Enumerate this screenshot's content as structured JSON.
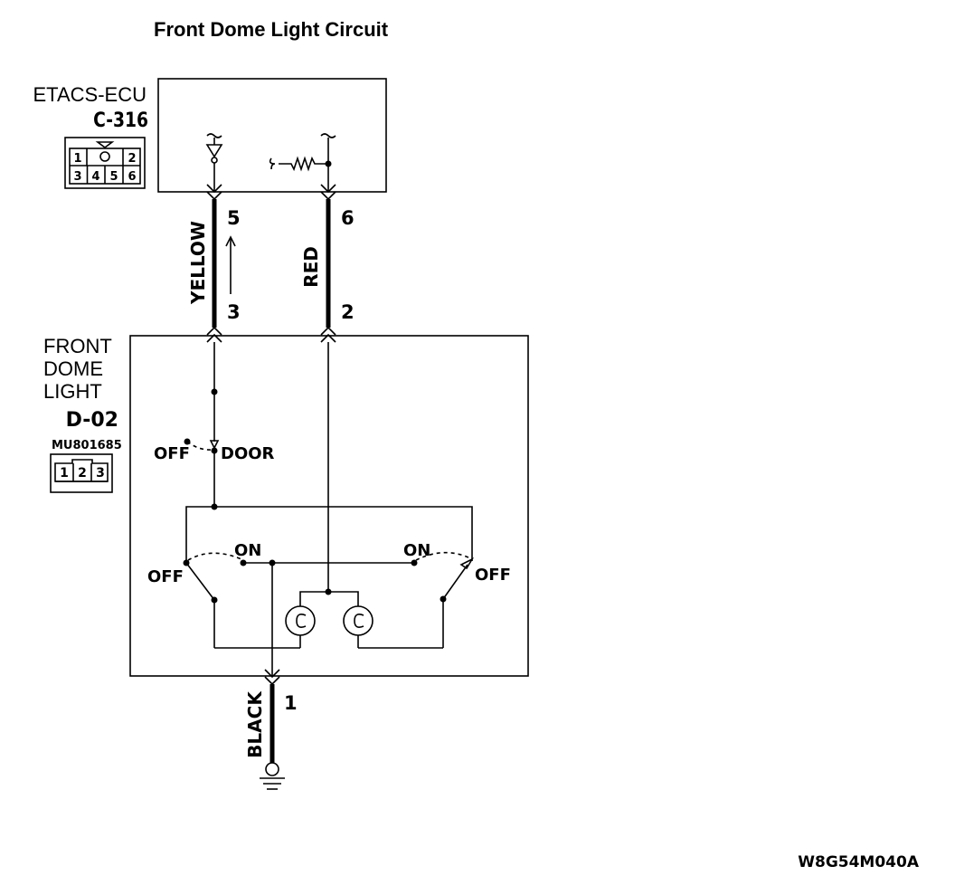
{
  "title": "Front Dome Light Circuit",
  "ecu": {
    "name": "ETACS-ECU",
    "connector": "C-316",
    "pins_top": [
      "1",
      "2"
    ],
    "pins_bottom": [
      "3",
      "4",
      "5",
      "6"
    ]
  },
  "wires": {
    "yellow": {
      "color_label": "YELLOW",
      "top_pin": "5",
      "bottom_pin": "3"
    },
    "red": {
      "color_label": "RED",
      "top_pin": "6",
      "bottom_pin": "2"
    },
    "black": {
      "color_label": "BLACK",
      "pin": "1"
    }
  },
  "dome_light": {
    "name_line1": "FRONT",
    "name_line2": "DOME",
    "name_line3": "LIGHT",
    "connector": "D-02",
    "part_number": "MU801685",
    "pins": [
      "1",
      "2",
      "3"
    ]
  },
  "switch_labels": {
    "door_off": "OFF",
    "door": "DOOR",
    "left_on": "ON",
    "left_off": "OFF",
    "right_on": "ON",
    "right_off": "OFF"
  },
  "diagram_code": "W8G54M040A"
}
